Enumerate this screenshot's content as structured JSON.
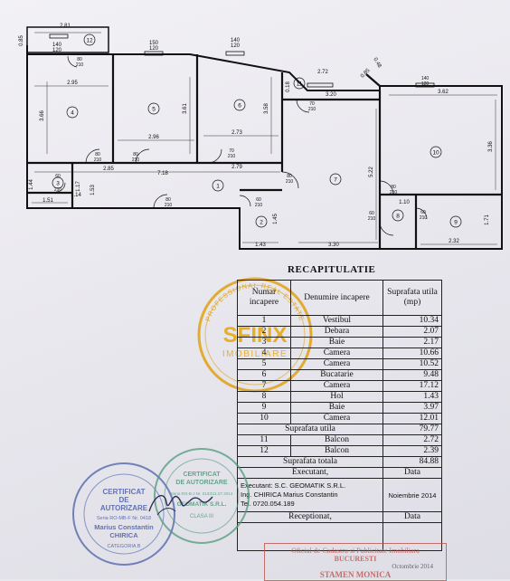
{
  "plan": {
    "dims_top": [
      "2.81",
      "140",
      "120",
      "150",
      "120",
      "140",
      "120",
      "0.85"
    ],
    "dims": {
      "d295": "2.95",
      "d296": "2.96",
      "d273": "2.73",
      "d366": "3.66",
      "d361": "3.61",
      "d358": "3.58",
      "d285": "2.85",
      "d718": "7.18",
      "d279": "2.79",
      "d144": "1.44",
      "d117": "1.17",
      "d153": "1.53",
      "d151": "1.51",
      "d114": "1.14",
      "d143": "1.43",
      "d145": "1.45",
      "d330": "3.30",
      "d522": "5.22",
      "d272": "2.72",
      "d320": "3.20",
      "d018": "0.18",
      "d362": "3.62",
      "d336": "3.36",
      "d110": "1.10",
      "d171": "1.71",
      "d232": "2.32",
      "d048": "0.48",
      "d085": "0.85"
    },
    "doors": [
      "80",
      "210",
      "70",
      "210",
      "80",
      "210",
      "80",
      "210",
      "60",
      "210",
      "60",
      "210",
      "80",
      "210",
      "80",
      "210",
      "60",
      "210",
      "70",
      "210",
      "80",
      "210",
      "60",
      "210",
      "80",
      "210",
      "60",
      "210",
      "140",
      "120"
    ],
    "rooms": [
      "1",
      "2",
      "3",
      "4",
      "5",
      "6",
      "7",
      "8",
      "9",
      "10",
      "11",
      "12"
    ]
  },
  "recap": {
    "title": "RECAPITULATIE",
    "headers": [
      "Numar incapere",
      "Denumire incapere",
      "Suprafata utila (mp)"
    ],
    "rows": [
      {
        "nr": "1",
        "name": "Vestibul",
        "area": "10.34"
      },
      {
        "nr": "2",
        "name": "Debara",
        "area": "2.07"
      },
      {
        "nr": "3",
        "name": "Baie",
        "area": "2.17"
      },
      {
        "nr": "4",
        "name": "Camera",
        "area": "10.66"
      },
      {
        "nr": "5",
        "name": "Camera",
        "area": "10.52"
      },
      {
        "nr": "6",
        "name": "Bucatarie",
        "area": "9.48"
      },
      {
        "nr": "7",
        "name": "Camera",
        "area": "17.12"
      },
      {
        "nr": "8",
        "name": "Hol",
        "area": "1.43"
      },
      {
        "nr": "9",
        "name": "Baie",
        "area": "3.97"
      },
      {
        "nr": "10",
        "name": "Camera",
        "area": "12.01"
      }
    ],
    "useful_label": "Suprafata utila",
    "useful_value": "79.77",
    "balcony_rows": [
      {
        "nr": "11",
        "name": "Balcon",
        "area": "2.72"
      },
      {
        "nr": "12",
        "name": "Balcon",
        "area": "2.39"
      }
    ],
    "total_label": "Suprafata totala",
    "total_value": "84.88",
    "executant_label": "Executant,",
    "data_label": "Data",
    "executant_line1": "Executant: S.C. GEOMATIK S.R.L.",
    "executant_line2": "Ing. CHIRICA Marius Constantin",
    "executant_line3": "Tel. 0720.054.189",
    "executant_date": "Noiembrie 2014",
    "receptionat_label": "Receptionat,",
    "data_label2": "Data"
  },
  "logo": {
    "brand": "SFINX",
    "sub": "IMOBILIARE",
    "ring": "PROFESSIONAL REAL ESTATE"
  },
  "stamps": {
    "s1_line1": "CERTIFICAT",
    "s1_line2": "DE",
    "s1_line3": "AUTORIZARE",
    "s1_line4": "Seria RO-MB-F Nr. 0418",
    "s1_line5": "Marius Constantin",
    "s1_line6": "CHIRICA",
    "s1_line7": "CATEGORIA B",
    "s2_line1": "CERTIFICAT",
    "s2_line2": "DE AUTORIZARE",
    "s2_line3": "Seria RO-B-J Nr. 0133/11.07.2014",
    "s2_line4": "GEOMATIK S.R.L.",
    "s2_line5": "CLASA III",
    "s3_line1": "Oficiul de Cadastru si Publicitate Imobiliara",
    "s3_line2": "BUCURESTI",
    "s3_date": "Octombrie 2014",
    "s3_name": "STAMEN MONICA"
  },
  "colors": {
    "ink": "#111111",
    "stamp_blue": "#4a5fa8",
    "stamp_green": "#4f9a7a",
    "stamp_red": "#c0504d",
    "logo_gold": "#e0a010"
  }
}
